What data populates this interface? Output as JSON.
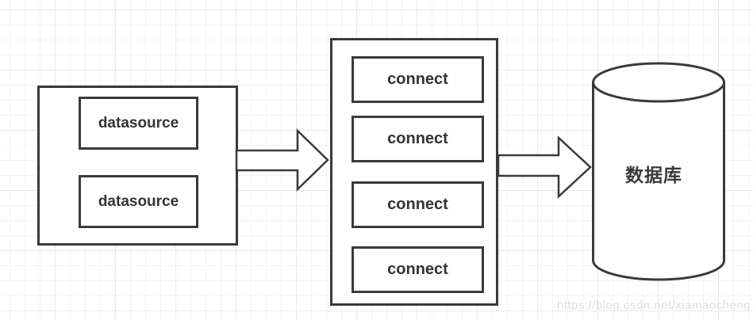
{
  "diagram": {
    "left_group": {
      "items": [
        {
          "label": "datasource"
        },
        {
          "label": "datasource"
        }
      ]
    },
    "connection_pool": {
      "items": [
        {
          "label": "connect"
        },
        {
          "label": "connect"
        },
        {
          "label": "connect"
        },
        {
          "label": "connect"
        }
      ]
    },
    "database": {
      "label": "数据库"
    },
    "icons": {
      "arrow": "block-arrow-right",
      "database": "cylinder"
    }
  },
  "watermark": {
    "text": "https://blog.csdn.net/xiamaocheng"
  },
  "colors": {
    "stroke": "#3a3a3a",
    "text": "#333333",
    "background": "#ffffff",
    "grid_minor": "#f4f4f4",
    "grid_major": "#e9e9e9",
    "watermark": "#e0e0e0"
  }
}
